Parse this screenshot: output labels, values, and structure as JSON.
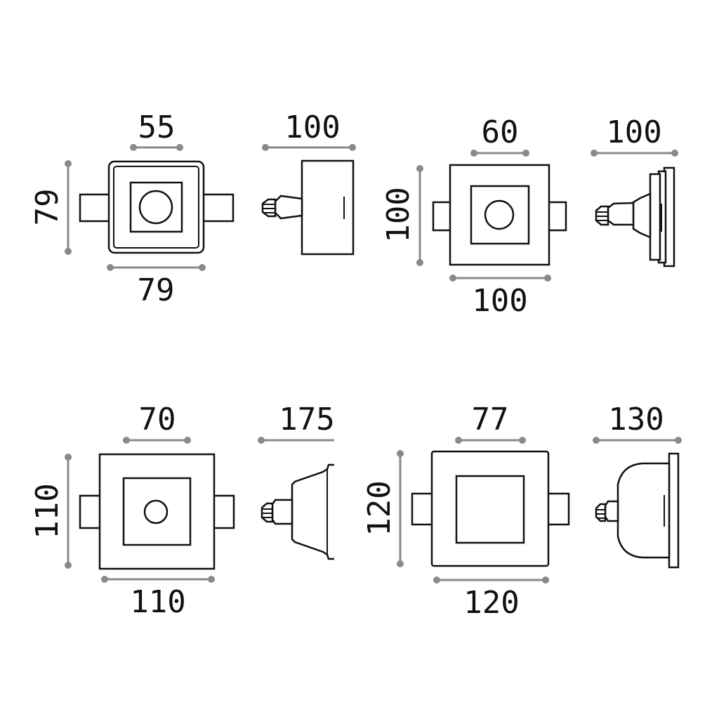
{
  "products": [
    {
      "front": {
        "top_width": "55",
        "height": "79",
        "bottom_width": "79"
      },
      "side": {
        "depth": "100"
      }
    },
    {
      "front": {
        "top_width": "60",
        "height": "100",
        "bottom_width": "100"
      },
      "side": {
        "depth": "100"
      }
    },
    {
      "front": {
        "top_width": "70",
        "height": "110",
        "bottom_width": "110"
      },
      "side": {
        "depth": "175"
      }
    },
    {
      "front": {
        "top_width": "77",
        "height": "120",
        "bottom_width": "120"
      },
      "side": {
        "depth": "130"
      }
    }
  ]
}
